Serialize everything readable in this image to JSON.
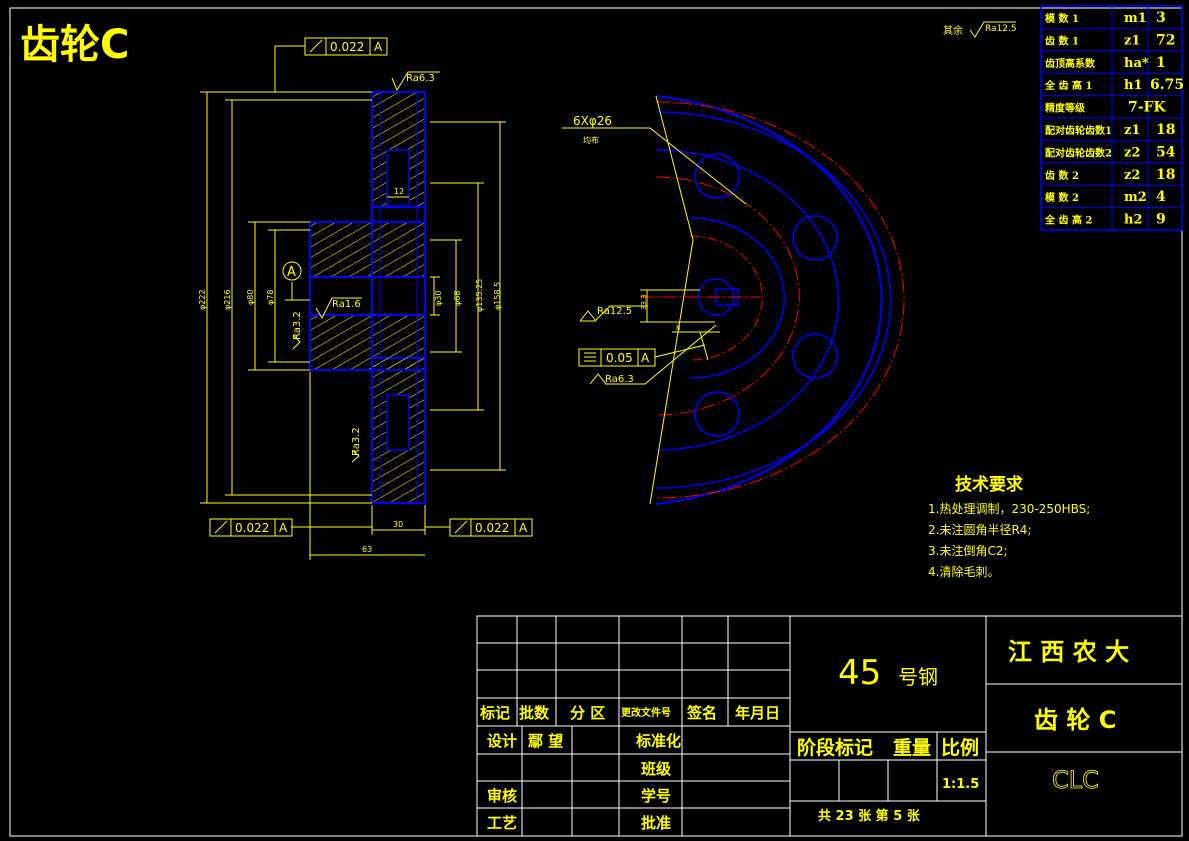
{
  "title": "齿轮C",
  "roughness_note": {
    "label": "其余",
    "value": "Ra12.5"
  },
  "tolerances": {
    "top": {
      "value": "0.022",
      "datum": "A"
    },
    "bottom_left": {
      "value": "0.022",
      "datum": "A"
    },
    "bottom_right": {
      "value": "0.022",
      "datum": "A"
    },
    "symmetry": {
      "value": "0.05",
      "datum": "A"
    }
  },
  "datum_label": "A",
  "roughness_labels": {
    "top_face": "Ra6.3",
    "bore": "Ra1.6",
    "hub_left": "Ra3.2",
    "web": "Ra3.2",
    "keyway_left": "Ra12.5",
    "keyway_bottom": "Ra6.3"
  },
  "dimensions": {
    "od_outer": "φ222",
    "d_root": "φ216",
    "hub_od": "φ80",
    "hub_inner": "φ78",
    "bore": "φ30",
    "d_a": "φ68",
    "d_b": "φ135.25",
    "d_c": "φ158.5",
    "web_thickness": "12",
    "rim_width": "30",
    "total_length": "63",
    "key_depth": "33.3",
    "key_width": "8",
    "holes": "6Xφ26",
    "holes_note": "均布"
  },
  "params_table": [
    {
      "name": "模 数 1",
      "symbol": "m1",
      "value": "3"
    },
    {
      "name": "齿 数 1",
      "symbol": "z1",
      "value": "72"
    },
    {
      "name": "齿顶高系数",
      "symbol": "ha*",
      "value": "1"
    },
    {
      "name": "全 齿 高 1",
      "symbol": "h1",
      "value": "6.75"
    },
    {
      "name": "精度等级",
      "symbol": "",
      "value": "7-FK"
    },
    {
      "name": "配对齿轮齿数1",
      "symbol": "z1",
      "value": "18"
    },
    {
      "name": "配对齿轮齿数2",
      "symbol": "z2",
      "value": "54"
    },
    {
      "name": "齿 数 2",
      "symbol": "z2",
      "value": "18"
    },
    {
      "name": "模 数 2",
      "symbol": "m2",
      "value": "4"
    },
    {
      "name": "全 齿 高 2",
      "symbol": "h2",
      "value": "9"
    }
  ],
  "tech_requirements": {
    "heading": "技术要求",
    "items": [
      "1.热处理调制，230-250HBS;",
      "2.未注圆角半径R4;",
      "3.未注倒角C2;",
      "4.清除毛刺。"
    ]
  },
  "title_block": {
    "headers": [
      "标记",
      "批数",
      "分 区",
      "更改文件号",
      "签名",
      "年月日"
    ],
    "design_label": "设计",
    "designer": "鄢 望",
    "standard_label": "标准化",
    "class_label": "班级",
    "review_label": "审核",
    "student_id_label": "学号",
    "process_label": "工艺",
    "approve_label": "批准",
    "material_num": "45",
    "material_text": "号钢",
    "stage_label": "阶段标记",
    "weight_label": "重量",
    "scale_label": "比例",
    "scale_value": "1:1.5",
    "sheets": "共 23 张   第 5 张",
    "school": "江 西 农 大",
    "part_name": "齿 轮 C",
    "code": "CLC"
  },
  "colors": {
    "background": "#000000",
    "dimension": "#ffff00",
    "outline": "#0000ff",
    "centerline": "#ff0000",
    "border": "#ffffff"
  }
}
